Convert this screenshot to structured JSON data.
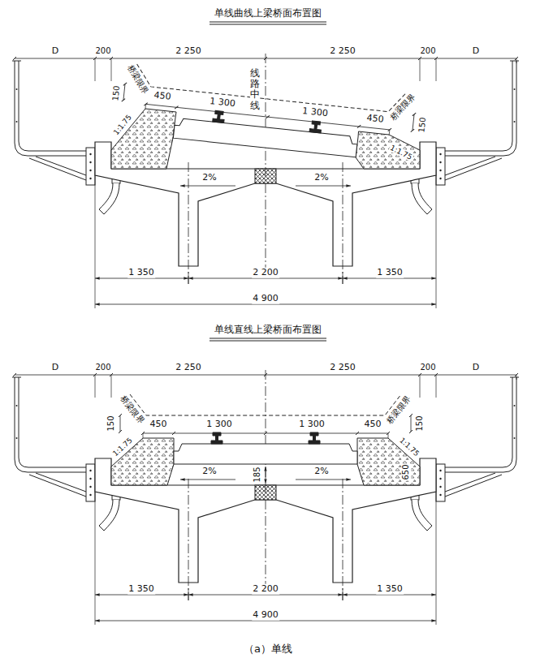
{
  "diagram": {
    "caption": "（a）单线",
    "labels": [
      "单线曲线上梁桥面布置图",
      "D",
      "200",
      "2 250",
      "2 250",
      "200",
      "D",
      "桥梁限界",
      "450",
      "1 300",
      "1 300",
      "450",
      "桥梁限界",
      "150",
      "1:1.75",
      "线路中线",
      "150",
      "1:1.75",
      "2%",
      "2%",
      "1 350",
      "2 200",
      "1 350",
      "4 900",
      "单线直线上梁桥面布置图",
      "D",
      "200",
      "2 250",
      "2 250",
      "200",
      "D",
      "桥梁限界",
      "450",
      "1 300",
      "1 300",
      "450",
      "桥梁限界",
      "150",
      "1:1.75",
      "185",
      "2%",
      "2%",
      "150",
      "650",
      "1:1.75",
      "1 350",
      "2 200",
      "1 350",
      "4 900"
    ]
  }
}
